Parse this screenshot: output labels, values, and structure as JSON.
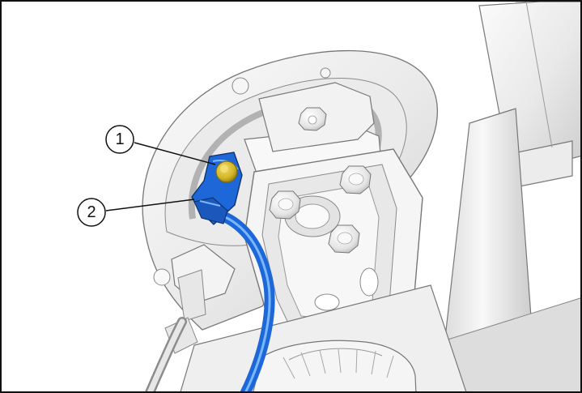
{
  "callouts": [
    {
      "id": "1",
      "label": "1"
    },
    {
      "id": "2",
      "label": "2"
    }
  ],
  "colors": {
    "cable": "#1d67d8",
    "cable_highlight": "#79b7ff",
    "bolt": "#d3b526",
    "line": "#111111",
    "part_fill": "#f1f1f1",
    "part_shadow": "#cfcfcf"
  }
}
